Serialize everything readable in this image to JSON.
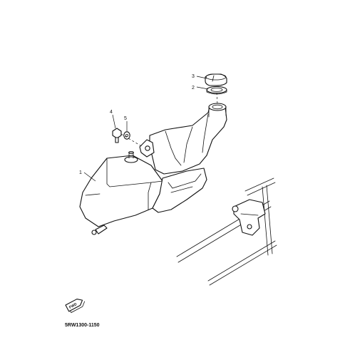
{
  "callouts": [
    {
      "number": "1",
      "part": "oil tank"
    },
    {
      "number": "2",
      "part": "gasket"
    },
    {
      "number": "3",
      "part": "cap"
    },
    {
      "number": "4",
      "part": "bolt"
    },
    {
      "number": "5",
      "part": "washer"
    }
  ],
  "direction_badge": {
    "label": "FWD"
  },
  "diagram_code": "5RW1300-1150"
}
